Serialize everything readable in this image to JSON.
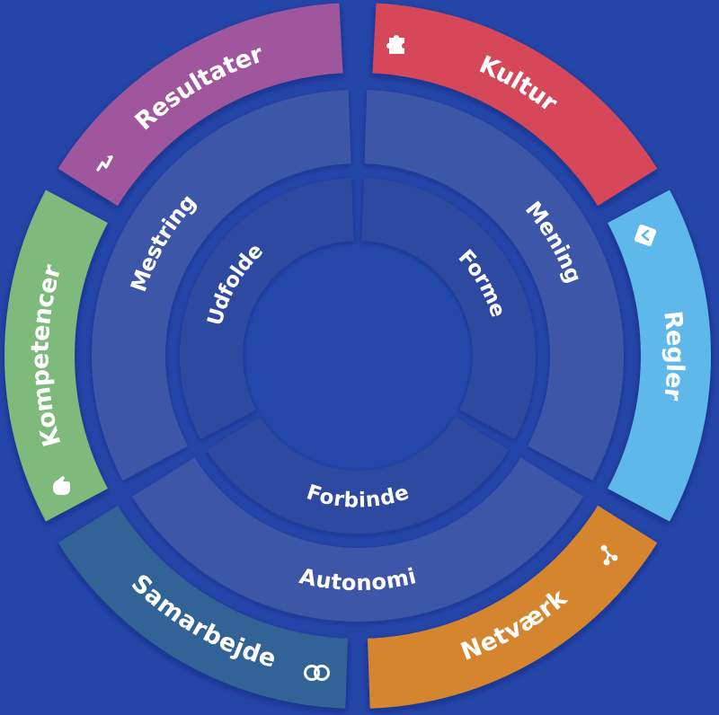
{
  "outer_ring": [
    {
      "id": "resultater",
      "label": "Resultater",
      "icon": "trend-arrow-icon",
      "color": "#a0569c"
    },
    {
      "id": "kultur",
      "label": "Kultur",
      "icon": "puzzle-icon",
      "color": "#d6475a"
    },
    {
      "id": "regler",
      "label": "Regler",
      "icon": "rules-icon",
      "color": "#5fb8ea"
    },
    {
      "id": "netvaerk",
      "label": "Netværk",
      "icon": "network-icon",
      "color": "#d5852f"
    },
    {
      "id": "samarbejde",
      "label": "Samarbejde",
      "icon": "rings-icon",
      "color": "#306397"
    },
    {
      "id": "kompetencer",
      "label": "Kompetencer",
      "icon": "hand-icon",
      "color": "#7eba7c"
    }
  ],
  "middle_ring": [
    {
      "id": "mestring",
      "label": "Mestring"
    },
    {
      "id": "mening",
      "label": "Mening"
    },
    {
      "id": "autonomi",
      "label": "Autonomi"
    }
  ],
  "inner_ring": [
    {
      "id": "udfolde",
      "label": "Udfolde"
    },
    {
      "id": "forme",
      "label": "Forme"
    },
    {
      "id": "forbinde",
      "label": "Forbinde"
    }
  ],
  "colors": {
    "background": "#2445a8",
    "ring_fill": "#3d57a8",
    "inner_fill": "#2f4aa0"
  }
}
